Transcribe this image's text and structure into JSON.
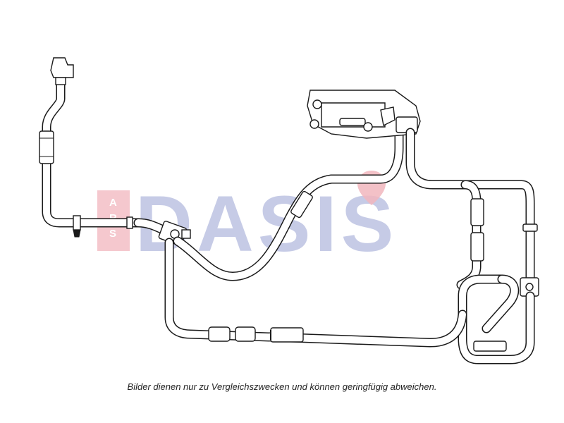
{
  "watermark": {
    "main_text": "DASIS",
    "sub_text": "ARS",
    "main_color": "#b9bfe0",
    "accent_color": "#f1b6bd"
  },
  "caption": {
    "text": "Bilder dienen nur zu Vergleichszwecken und können geringfügig abweichen."
  },
  "colors": {
    "line": "#1a1a1a",
    "background": "#ffffff"
  }
}
